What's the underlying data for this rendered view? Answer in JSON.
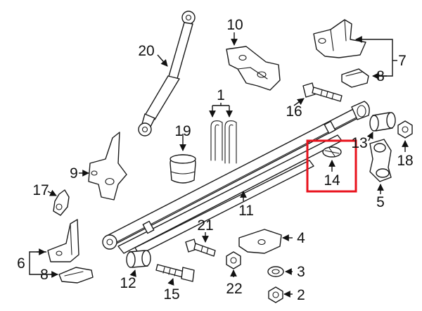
{
  "diagram": {
    "callouts": {
      "c1": "1",
      "c2": "2",
      "c3": "3",
      "c4": "4",
      "c5": "5",
      "c6": "6",
      "c7": "7",
      "c8a": "8",
      "c8b": "8",
      "c9": "9",
      "c10": "10",
      "c11": "11",
      "c12": "12",
      "c13": "13",
      "c14": "14",
      "c15": "15",
      "c16": "16",
      "c17": "17",
      "c18": "18",
      "c19": "19",
      "c20": "20",
      "c21": "21",
      "c22": "22"
    },
    "highlighted_callout": "14",
    "colors": {
      "highlight": "#e8121c",
      "line": "#1a1a1a",
      "background": "#ffffff"
    }
  }
}
